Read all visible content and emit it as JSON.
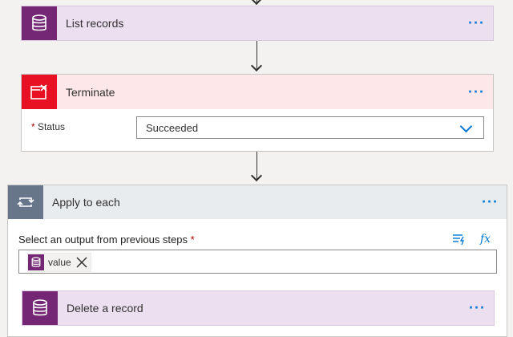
{
  "steps": {
    "list_records": {
      "title": "List records",
      "icon": "database-icon",
      "more": "···"
    },
    "terminate": {
      "title": "Terminate",
      "icon": "terminate-window-icon",
      "more": "···",
      "status_label": "Status",
      "required_mark": "*",
      "status_value": "Succeeded"
    },
    "apply_to_each": {
      "title": "Apply to each",
      "icon": "loop-icon",
      "more": "···",
      "select_label": "Select an output from previous steps",
      "required_mark": "*",
      "dynamic_content_icon": "dynamic-content-icon",
      "expression_label": "fx",
      "token_label": "value"
    },
    "delete_record": {
      "title": "Delete a record",
      "icon": "database-icon",
      "more": "···"
    }
  },
  "colors": {
    "accent": "#0078d4",
    "dataverse_purple": "#742774",
    "terminate_red": "#e81123",
    "loop_gray": "#68768a"
  }
}
